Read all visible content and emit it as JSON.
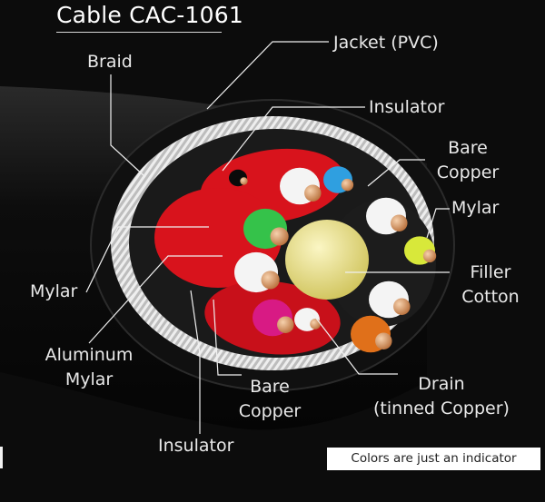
{
  "title": "Cable CAC-1061",
  "note": "Colors are just an indicator",
  "labels": {
    "jacket": "Jacket (PVC)",
    "braid": "Braid",
    "insulator_top": "Insulator",
    "bare_copper_right": [
      "Bare",
      "Copper"
    ],
    "mylar_right": "Mylar",
    "filler_cotton": [
      "Filler",
      "Cotton"
    ],
    "mylar_left": "Mylar",
    "aluminum_mylar": [
      "Aluminum",
      "Mylar"
    ],
    "bare_copper_bottom": [
      "Bare",
      "Copper"
    ],
    "drain": [
      "Drain",
      "(tinned Copper)"
    ],
    "insulator_bottom": "Insulator"
  },
  "colors": {
    "jacket": "#141414",
    "braid": "#d8d8d8",
    "red_mylar": "#d8131c",
    "filler": "#e8e07a",
    "white": "#f4f4f4",
    "blue": "#2f9fe0",
    "green": "#35c24a",
    "yellow": "#d8e83a",
    "magenta": "#d81a84",
    "orange": "#e0701a",
    "copper": "#d99a6a",
    "leader_line": "#f0f0f0"
  }
}
